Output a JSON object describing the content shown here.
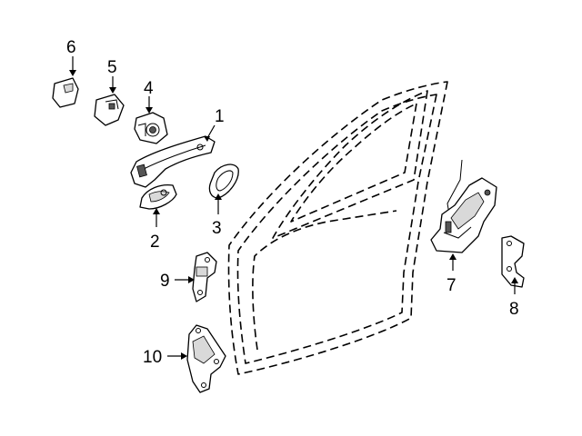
{
  "callouts": [
    {
      "id": "1",
      "label": "1",
      "part": "outside-door-handle"
    },
    {
      "id": "2",
      "label": "2",
      "part": "handle-base-pad"
    },
    {
      "id": "3",
      "label": "3",
      "part": "handle-gasket"
    },
    {
      "id": "4",
      "label": "4",
      "part": "lock-cylinder-housing"
    },
    {
      "id": "5",
      "label": "5",
      "part": "handle-cap"
    },
    {
      "id": "6",
      "label": "6",
      "part": "end-cap"
    },
    {
      "id": "7",
      "label": "7",
      "part": "door-latch-assembly"
    },
    {
      "id": "8",
      "label": "8",
      "part": "latch-bracket"
    },
    {
      "id": "9",
      "label": "9",
      "part": "upper-hinge"
    },
    {
      "id": "10",
      "label": "10",
      "part": "lower-hinge"
    }
  ],
  "colors": {
    "line": "#000000",
    "background": "#ffffff",
    "shading": "#d9d9d9"
  }
}
